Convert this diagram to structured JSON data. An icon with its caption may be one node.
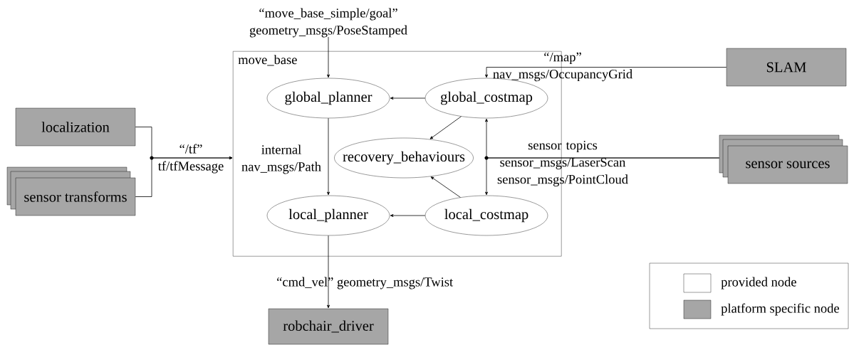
{
  "diagram": {
    "nodes": [
      {
        "text": [
          "move_base"
        ]
      },
      {
        "text": [
          "global_planner"
        ],
        "in": 0
      },
      {
        "text": [
          "global_costmap"
        ],
        "in": 0
      },
      {
        "text": [
          "recovery_behaviours"
        ],
        "in": 0
      },
      {
        "text": [
          "local_planner"
        ],
        "in": 0
      },
      {
        "text": [
          "local_costmap"
        ],
        "in": 0
      },
      {
        "text": [
          "localization"
        ]
      },
      {
        "text": [
          "sensor transforms"
        ]
      },
      {
        "text": [
          "SLAM"
        ]
      },
      {
        "text": [
          "sensor sources"
        ]
      },
      {
        "text": [
          "robchair_driver"
        ]
      }
    ],
    "edges": [
      {
        "from": null,
        "to": 1,
        "arrow": "to",
        "label": "“move_base_simple/goal” geometry_msgs/PoseStamped"
      },
      {
        "from": 6,
        "to": 0,
        "arrow": "to",
        "label": "“/tf” tf/tfMessage"
      },
      {
        "from": 7,
        "to": 0,
        "arrow": "to"
      },
      {
        "from": 8,
        "to": 2,
        "arrow": "to",
        "label": "“/map” nav_msgs/OccupancyGrid"
      },
      {
        "from": 9,
        "to": 2,
        "arrow": "to",
        "label": "sensor topics sensor_msgs/LaserScan sensor_msgs/PointCloud"
      },
      {
        "from": 9,
        "to": 5,
        "arrow": "to"
      },
      {
        "from": 2,
        "to": 1,
        "arrow": "to"
      },
      {
        "from": 2,
        "to": 3,
        "arrow": "to"
      },
      {
        "from": 5,
        "to": 3,
        "arrow": "to"
      },
      {
        "from": 5,
        "to": 4,
        "arrow": "to"
      },
      {
        "from": 1,
        "to": 4,
        "arrow": "to",
        "label": "internal nav_msgs/Path"
      },
      {
        "from": 4,
        "to": 10,
        "arrow": "to",
        "label": "“cmd_vel” geometry_msgs/Twist"
      }
    ],
    "legend": [
      {
        "text": "provided node"
      },
      {
        "text": "platform specific node",
        "color": "#a6a6a6"
      }
    ]
  }
}
